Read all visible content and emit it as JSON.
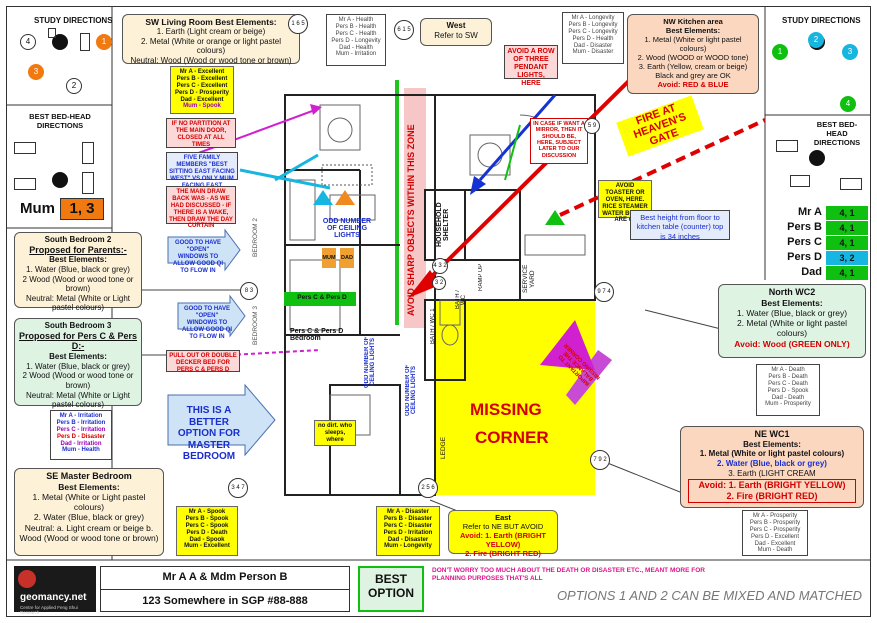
{
  "study_left": {
    "title": "STUDY DIRECTIONS",
    "n1": "1",
    "n2": "2",
    "n3": "3",
    "n4": "4"
  },
  "bedhead_left": {
    "title": "BEST BED-HEAD DIRECTIONS",
    "label": "Mum",
    "value": "1, 3"
  },
  "study_right": {
    "title": "STUDY DIRECTIONS",
    "n1": "1",
    "n2": "2",
    "n3": "3",
    "n4": "4"
  },
  "bedhead_right": {
    "title": "BEST BED-HEAD DIRECTIONS",
    "rows": [
      {
        "name": "Mr A",
        "value": "4, 1"
      },
      {
        "name": "Pers B",
        "value": "4, 1"
      },
      {
        "name": "Pers C",
        "value": "4, 1"
      },
      {
        "name": "Pers D",
        "value": "3, 2"
      },
      {
        "name": "Dad",
        "value": "4, 1"
      }
    ]
  },
  "living": {
    "title": "SW Living Room Best Elements:",
    "l1": "1. Earth (Light cream or beige)",
    "l2": "2. Metal (White or orange or light pastel colours)",
    "l3": "Neutral: Wood (Wood or wood tone or brown)",
    "compass": "1 6 5"
  },
  "legend_top": {
    "l1": "Mr A - Health",
    "l2": "Pers B - Health",
    "l3": "Pers C - Health",
    "l4": "Pers D - Longevity",
    "l5": "Dad - Health",
    "l6": "Mum - Irritation"
  },
  "west": {
    "compass": "6 1 5",
    "l1": "West",
    "l2": "Refer to SW"
  },
  "legend_tr": {
    "l1": "Mr A - Longevity",
    "l2": "Pers B - Longevity",
    "l3": "Pers C - Longevity",
    "l4": "Pers D - Health",
    "l5": "Dad - Disaster",
    "l6": "Mum - Disaster"
  },
  "kitchen": {
    "title": "NW Kitchen area",
    "sub": "Best Elements:",
    "l1": "1. Metal (White or light pastel colours)",
    "l2": "2. Wood (WOOD or WOOD tone)",
    "l3": "3. Earth (Yellow, cream or beige)",
    "l4": "Black and grey are OK",
    "avoid": "Avoid: RED & BLUE"
  },
  "excellent": {
    "l1": "Mr A - Excellent",
    "l2": "Pers B - Excellent",
    "l3": "Pers C - Excellent",
    "l4": "Pers D - Prosperity",
    "l5": "Dad - Excellent",
    "l6": "Mum - Spook"
  },
  "notes": {
    "partition": "IF NO PARTITION AT THE MAIN DOOR, CLOSED AT ALL TIMES",
    "family": "FIVE FAMILY MEMBERS \"BEST SITTING EAST FACING WEST\" VS ONLY MUM FACING EAST",
    "drawback": "THE MAIN DRAW BACK WAS - AS WE HAD DISCUSSED - IF THERE IS A WAKE, THEN DRAW THE DAY CURTAIN",
    "open1": "GOOD TO HAVE \"OPEN\" WINDOWS TO ALLOW GOOD QI TO FLOW IN",
    "open2": "GOOD TO HAVE \"OPEN\" WINDOWS TO ALLOW GOOD QI TO FLOW IN",
    "pullout": "PULL OUT OR DOUBLE DECKER BED FOR PERS C & PERS D",
    "better": "THIS IS A BETTER OPTION FOR MASTER BEDROOM",
    "pendant": "AVOID A ROW OF THREE PENDANT LIGHTS, HERE",
    "mirror": "IN CASE IF WANT A MIRROR, THEN IT SHOULD BE, HERE, SUBJECT LATER TO OUR DISCUSSION",
    "toaster": "AVOID TOASTER OR OVEN, HERE. RICE STEAMER WATER BOILER ARE ok",
    "height": "Best height from floor to kitchen table (counter) top is 34 inches",
    "heaven": "FIRE AT HEAVEN'S GATE",
    "sharp": "AVOID SHARP OBJECTS WITHIN THIS ZONE",
    "tv": "no dirt. who sleeps, where",
    "missing1": "MISSING",
    "missing2": "CORNER",
    "worry": "DON'T WORRY TOO MUCH ABOUT THE DEATH OR DISASTER ETC., MEANT MORE FOR PLANNING PURPOSES THAT'S ALL",
    "arrow_note": "IMPORTANT TO BALANCE THE MISSING CORNER"
  },
  "south_bed2": {
    "title": "South Bedroom 2",
    "proposed": "Proposed for Parents:-",
    "sub": "Best Elements:",
    "l1": "1. Water (Blue, black or grey)",
    "l2": "2 Wood (Wood or wood tone or brown)",
    "l3": "Neutral: Metal (White or Light pastel colours)"
  },
  "south_bed3": {
    "title": "South Bedroom 3",
    "proposed": "Proposed for Pers C & Pers D:-",
    "sub": "Best Elements:",
    "l1": "1. Water (Blue, black or grey)",
    "l2": "2 Wood (Wood or wood tone or brown)",
    "l3": "Neutral: Metal (White or Light pastel colours)"
  },
  "legend_left": {
    "l1": "Mr A - Irritation",
    "l2": "Pers B - Irritation",
    "l3": "Pers C - Irritation",
    "l4": "Pers D - Disaster",
    "l5": "Dad - Irritation",
    "l6": "Mum - Health"
  },
  "se_master": {
    "title": "SE Master Bedroom",
    "sub": "Best Elements:",
    "l1": "1. Metal (White or Light pastel colours)",
    "l2": "2. Water (Blue, black or grey)",
    "l3": "Neutral: a. Light cream or beige b. Wood (Wood or wood tone or brown)"
  },
  "legend_spook": {
    "l1": "Mr A - Spook",
    "l2": "Pers B - Spook",
    "l3": "Pers C - Spook",
    "l4": "Pers D - Death",
    "l5": "Dad - Spook",
    "l6": "Mum - Excellent"
  },
  "legend_disaster": {
    "l1": "Mr A - Disaster",
    "l2": "Pers B - Disaster",
    "l3": "Pers C - Disaster",
    "l4": "Pers D - Irritation",
    "l5": "Dad - Disaster",
    "l6": "Mum - Longevity"
  },
  "east": {
    "l1": "East",
    "l2": "Refer to NE BUT AVOID",
    "l3": "Avoid: 1. Earth (BRIGHT YELLOW)",
    "l4": "2. Fire (BRIGHT RED)"
  },
  "north_wc2": {
    "title": "North WC2",
    "sub": "Best Elements:",
    "l1": "1. Water (Blue, black or grey)",
    "l2": "2. Metal (White or light pastel colours)",
    "avoid": "Avoid: Wood (GREEN ONLY)"
  },
  "legend_death": {
    "l1": "Mr A - Death",
    "l2": "Pers B - Death",
    "l3": "Pers C - Death",
    "l4": "Pers D - Spook",
    "l5": "Dad - Death",
    "l6": "Mum - Prosperity"
  },
  "ne_wc1": {
    "title": "NE WC1",
    "sub": "Best Elements:",
    "l1": "1. Metal (White or light pastel colours)",
    "l2": "2. Water (Blue, black or grey)",
    "l3": "3. Earth (LIGHT CREAM",
    "avoid1": "Avoid: 1. Earth (BRIGHT YELLOW)",
    "avoid2": "2. Fire (BRIGHT RED)"
  },
  "legend_prosperity": {
    "l1": "Mr A - Prosperity",
    "l2": "Pers B - Prosperity",
    "l3": "Pers C - Prosperity",
    "l4": "Pers D - Excellent",
    "l5": "Dad - Excellent",
    "l6": "Mum - Death"
  },
  "rooms": {
    "ceiling1": "ODD NUMBER OF CEILING LIGHTS",
    "mum": "MUM",
    "dad": "DAD",
    "pcpd": "Pers C & Pers D",
    "pcpd_bed": "Pers C & Pers D Bedroom",
    "ceiling2": "ODD NUMBER OF CEILING LIGHTS",
    "ceiling3": "ODD NUMBER OF CEILING LIGHTS",
    "bedroom2": "BEDROOM 2",
    "bedroom3": "BEDROOM 3",
    "shelter": "HOUSEHOLD SHELTER",
    "service": "SERVICE YARD",
    "bath2": "BATH / WC 1",
    "bath3": "BATH / WC",
    "ledge": "LEDGE",
    "ramp": "RAMP UP"
  },
  "compass_marks": {
    "c1": "8 3",
    "c2": "9 7 4",
    "c3": "7 9 2",
    "c4": "3 4 7",
    "c5": "2 5 6",
    "c6": "4 3 2",
    "c7": "5 9",
    "c8": "3 2"
  },
  "footer": {
    "brand": "geomancy.net",
    "brand_sub": "Centre for Applied Feng Shui Research",
    "client": "Mr A A & Mdm Person B",
    "address": "123 Somewhere in SGP #88-888",
    "best": "BEST OPTION",
    "options": "OPTIONS 1 AND 2 CAN BE MIXED AND MATCHED"
  }
}
